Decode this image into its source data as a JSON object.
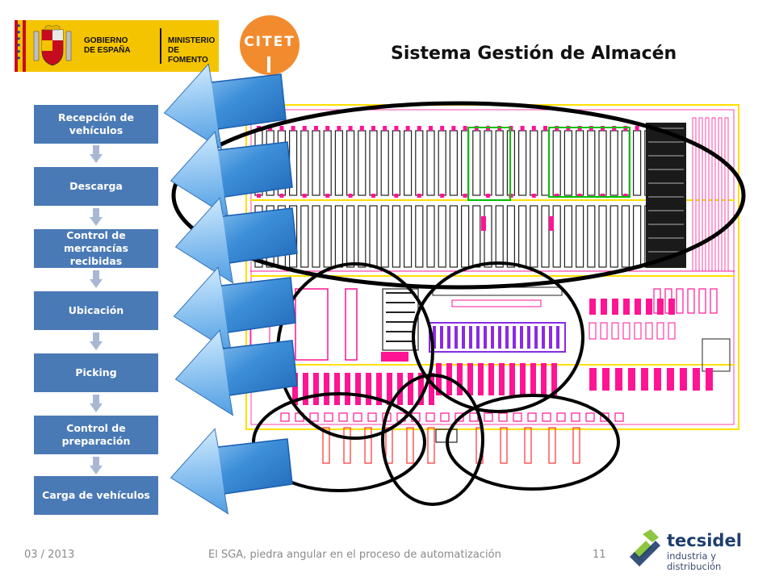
{
  "header": {
    "gov_line1": "GOBIERNO",
    "gov_line2": "DE ESPAÑA",
    "ministry_line1": "MINISTERIO",
    "ministry_line2": "DE FOMENTO",
    "citet": "CITET",
    "title": "Sistema Gestión de Almacén"
  },
  "process": {
    "steps": [
      {
        "label": "Recepción de vehículos"
      },
      {
        "label": "Descarga"
      },
      {
        "label": "Control de mercancías recibidas"
      },
      {
        "label": "Ubicación"
      },
      {
        "label": "Picking"
      },
      {
        "label": "Control de preparación"
      },
      {
        "label": "Carga de vehículos"
      }
    ],
    "step_color": "#4a7ab5",
    "connector_color": "#a6b8d3"
  },
  "footer": {
    "date": "03 / 2013",
    "caption": "El SGA, piedra angular en  el proceso de automatización",
    "page": "11",
    "brand": "tecsidel",
    "brand_sub1": "industria y",
    "brand_sub2": "distribución"
  },
  "colors": {
    "gov_yellow": "#f5c400",
    "citet_orange": "#f28b2e",
    "arrow_blue": "#3d8fd9",
    "plan_magenta": "#ff1493",
    "plan_yellow": "#ffe000",
    "plan_green": "#00c000",
    "plan_purple": "#8a2be2",
    "tecsidel_green": "#8dc63f",
    "tecsidel_navy": "#1f3e6e"
  }
}
